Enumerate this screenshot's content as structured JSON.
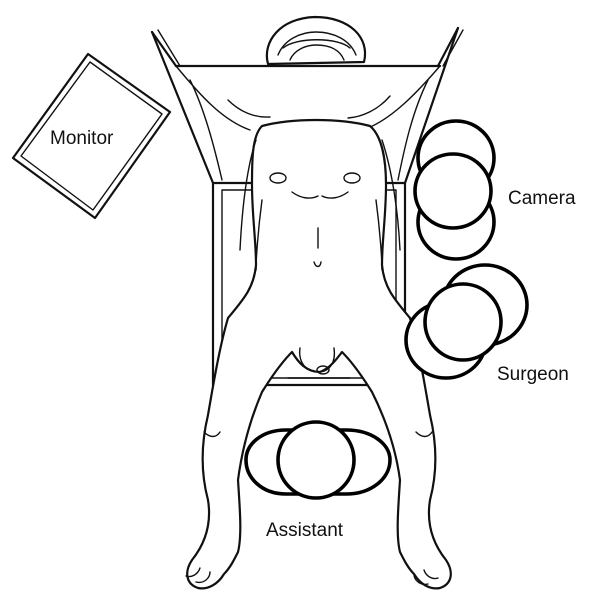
{
  "labels": {
    "monitor": "Monitor",
    "camera": "Camera",
    "surgeon": "Surgeon",
    "assistant": "Assistant"
  },
  "icons": {
    "monitor": "monitor-icon",
    "patient": "patient-body-icon",
    "table": "operating-table-icon",
    "head_cover": "head-drape-icon",
    "camera_position": "camera-position-icon",
    "surgeon_position": "surgeon-position-icon",
    "assistant_position": "assistant-position-icon"
  },
  "colors": {
    "line": "#111111",
    "background": "#ffffff"
  }
}
